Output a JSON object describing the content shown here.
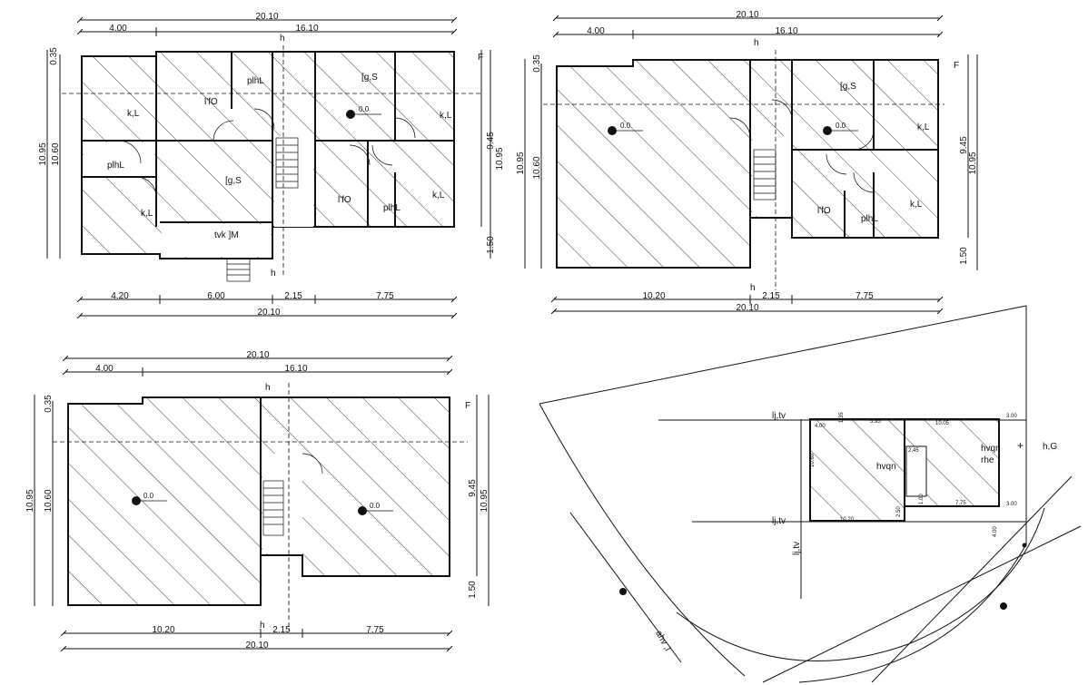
{
  "plan_top_left": {
    "dims_top": {
      "total": "20.10",
      "left": "4.00",
      "right": "16.10"
    },
    "dims_bottom": {
      "a": "4.20",
      "b": "6.00",
      "c": "2.15",
      "d": "7.75",
      "total": "20.10"
    },
    "dims_left": {
      "a": "0.35",
      "b": "10.95",
      "c": "10.60"
    },
    "dims_right": {
      "a": "9.45",
      "b": "10.95",
      "c": "1.50"
    },
    "rooms": [
      "k,L",
      "l'fO",
      "plhL",
      "[g,S",
      "k,L",
      "plhL",
      "[g,S",
      "k,L",
      "l'fO",
      "plhL",
      "k,L",
      "tvk ]M"
    ],
    "level": "0.0",
    "section_marks": [
      "h",
      "h",
      "F"
    ]
  },
  "plan_top_right": {
    "dims_top": {
      "total": "20.10",
      "left": "4.00",
      "right": "16.10"
    },
    "dims_bottom": {
      "a": "10.20",
      "b": "2.15",
      "c": "7.75",
      "total": "20.10"
    },
    "dims_left": {
      "a": "0.35",
      "b": "10.95",
      "c": "10.60"
    },
    "dims_right": {
      "a": "9.45",
      "b": "10.95",
      "c": "1.50"
    },
    "rooms": [
      "[g,S",
      "k,L",
      "l'fO",
      "plhL",
      "k,L"
    ],
    "levels": [
      "0.0",
      "0.0"
    ],
    "section_marks": [
      "h",
      "h",
      "F"
    ]
  },
  "plan_bottom_left": {
    "dims_top": {
      "total": "20.10",
      "left": "4.00",
      "right": "16.10"
    },
    "dims_bottom": {
      "a": "10.20",
      "b": "2.15",
      "c": "7.75",
      "total": "20.10"
    },
    "dims_left": {
      "a": "0.35",
      "b": "10.95",
      "c": "10.60"
    },
    "dims_right": {
      "a": "9.45",
      "b": "10.95",
      "c": "1.50"
    },
    "levels": [
      "0.0",
      "0.0"
    ],
    "section_marks": [
      "h",
      "h",
      "F"
    ]
  },
  "site_plan": {
    "labels": {
      "road_top": "lj,tv",
      "road_bottom": "lj,tv",
      "road_vertical": "lj,tv",
      "building_a": "hvqn",
      "building_b": "hvqn",
      "building_b2": "rhe",
      "right_note": "h,G",
      "bottom_curve": "ahv ,l"
    },
    "small_dims": [
      "4.00",
      "1.35",
      "5.95",
      "10.05",
      "2.45",
      "10.60",
      "10.20",
      "2.50",
      "1.00",
      "7.75",
      "3.00",
      "3.00",
      "4.00"
    ]
  }
}
